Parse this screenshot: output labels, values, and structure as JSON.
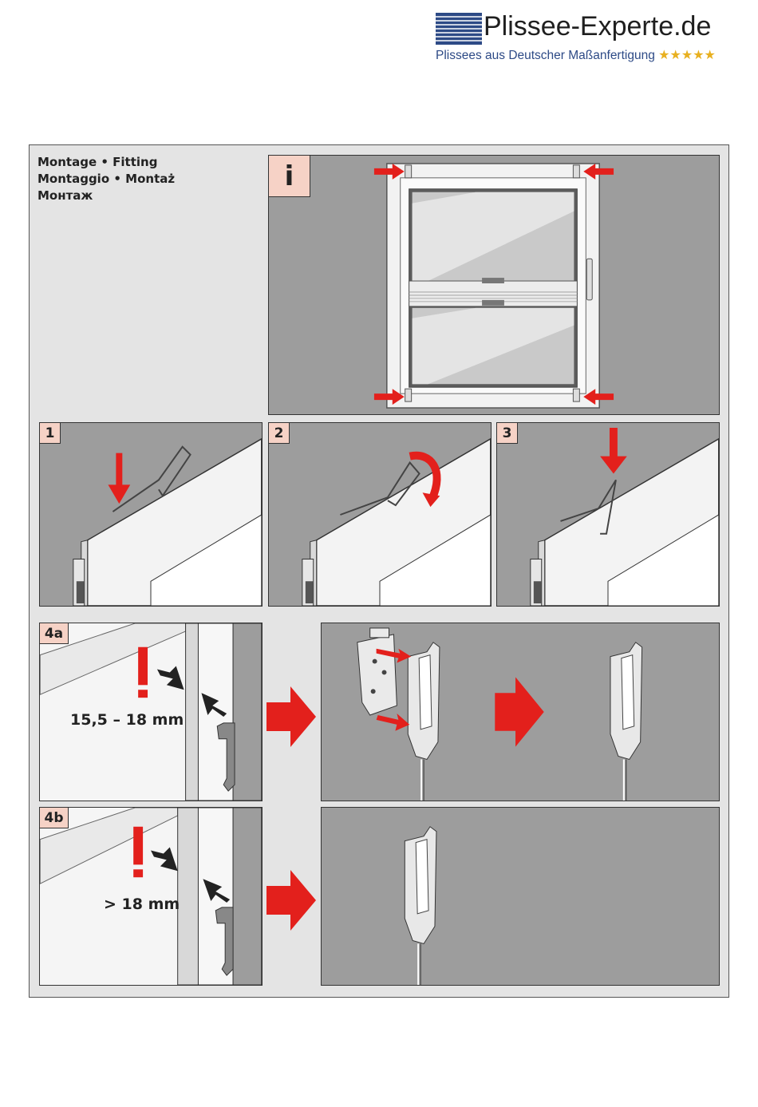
{
  "brand": {
    "name": "Plissee-Experte.de",
    "tagline": "Plissees aus Deutscher Maßanfertigung",
    "stars": "★★★★★",
    "colors": {
      "brand_blue": "#2d4a86",
      "stars": "#e8b020"
    }
  },
  "heading": {
    "line1": "Montage • Fitting",
    "line2": "Montaggio • Montaż",
    "line3": "Монтаж"
  },
  "steps": {
    "info": "i",
    "s1": "1",
    "s2": "2",
    "s3": "3",
    "s4a": "4a",
    "s4b": "4b"
  },
  "measurements": {
    "m4a": "15,5 – 18 mm",
    "m4b": "> 18 mm"
  },
  "colors": {
    "arrow_red": "#e3201c",
    "badge_bg": "#f6d2c6",
    "panel_gray": "#9d9d9d"
  }
}
